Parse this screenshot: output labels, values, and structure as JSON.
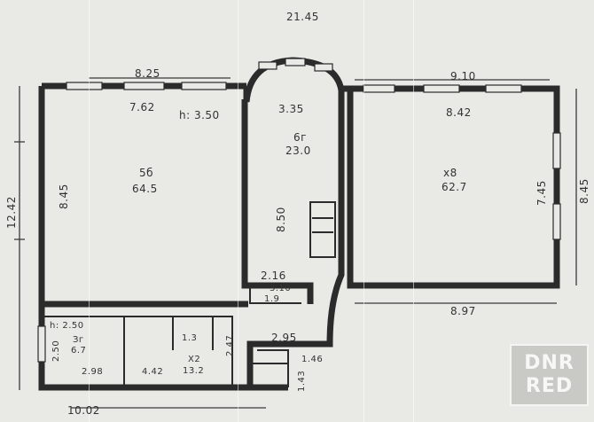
{
  "plan": {
    "dimensions": {
      "total_width": "21.45",
      "top_left": "8.25",
      "top_right": "9.10",
      "left_height": "12.42",
      "right_height": "8.45",
      "bottom_left": "10.02",
      "bottom_right": "8.97",
      "inner_left_width": "7.62",
      "ceiling_height": "h: 3.50",
      "room_left_height": "8.45",
      "corridor_width": "3.35",
      "corridor_length": "8.50",
      "room_right_width": "8.42",
      "room_right_height": "7.45",
      "step_width": "2.16",
      "small_hall_width": "2.95",
      "small_hall_height": "1.46",
      "wc_height": "1.43",
      "stair_height": "2.47",
      "lower_left_width": "2.98",
      "lower_mid_width": "4.42",
      "lower_ceiling": "h: 2.50",
      "lower_left_height": "2.50"
    },
    "rooms": {
      "left_no": "5б",
      "left_area": "64.5",
      "corridor_no": "6г",
      "corridor_area": "23.0",
      "right_no": "х8",
      "right_area": "62.7",
      "nook_no": "3.10",
      "nook_area": "1.9",
      "lower_left_no": "Зг",
      "lower_left_area": "6.7",
      "lower_mid_no": "Х2",
      "lower_mid_area": "13.2",
      "wc_area": "1.3"
    }
  },
  "watermark": {
    "line1": "DNR",
    "line2": "RED"
  }
}
